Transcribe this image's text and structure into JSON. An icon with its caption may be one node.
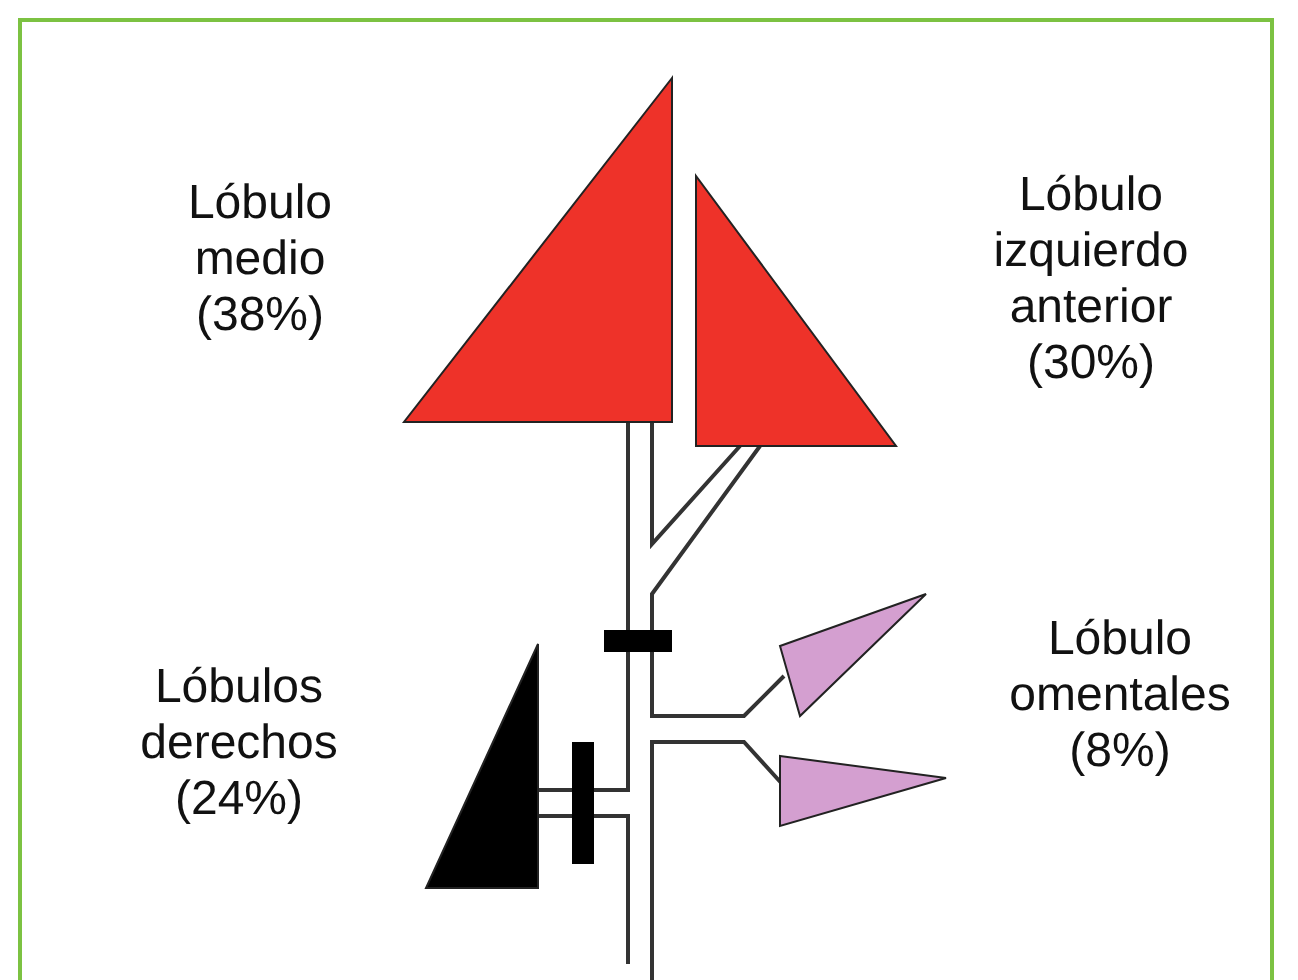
{
  "diagram": {
    "nodes": [
      {
        "text": [],
        "shape": "triangle",
        "beside": [
          "Lóbulo medio (38%)"
        ]
      },
      {
        "text": [],
        "shape": "triangle",
        "beside": [
          "Lóbulo izquierdo anterior (30%)"
        ]
      },
      {
        "text": [],
        "shape": "triangle"
      },
      {
        "text": [],
        "shape": "triangle"
      },
      {
        "text": [],
        "shape": "triangle",
        "beside": [
          "Lóbulos derechos (24%)"
        ]
      }
    ],
    "labels": [
      "Lóbulo omentales (8%)"
    ]
  }
}
